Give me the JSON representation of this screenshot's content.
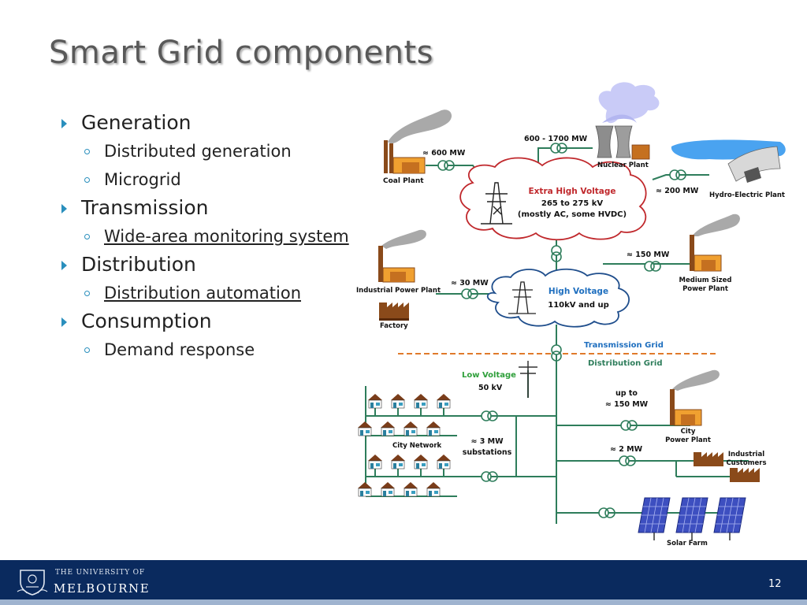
{
  "slide": {
    "title": "Smart Grid components",
    "page_number": "12"
  },
  "bullets": [
    {
      "label": "Generation",
      "subitems": [
        {
          "label": "Distributed generation"
        },
        {
          "label": "Microgrid"
        }
      ]
    },
    {
      "label": "Transmission",
      "subitems": [
        {
          "label": "Wide-area monitoring system"
        }
      ]
    },
    {
      "label": "Distribution",
      "subitems": [
        {
          "label": "Distribution automation"
        }
      ]
    },
    {
      "label": "Consumption",
      "subitems": [
        {
          "label": "Demand response"
        }
      ]
    }
  ],
  "footer": {
    "university_line1": "THE UNIVERSITY OF",
    "university_line2": "MELBOURNE"
  },
  "diagram": {
    "coal_plant": "Coal Plant",
    "coal_mw": "≈ 600  MW",
    "nuclear_mw": "600 - 1700  MW",
    "nuclear_plant": "Nuclear Plant",
    "hydro_mw": "≈ 200  MW",
    "hydro_plant": "Hydro-Electric Plant",
    "ehv_title": "Extra High Voltage",
    "ehv_range": "265 to 275 kV",
    "ehv_note": "(mostly AC, some HVDC)",
    "medium_mw": "≈ 150  MW",
    "medium_line1": "Medium Sized",
    "medium_line2": "Power Plant",
    "industrial_plant": "Industrial Power Plant",
    "industrial_mw": "≈ 30 MW",
    "factory": "Factory",
    "hv_title": "High Voltage",
    "hv_range": "110kV and up",
    "transmission_grid": "Transmission Grid",
    "distribution_grid": "Distribution Grid",
    "lv_title": "Low Voltage",
    "lv_value": "50 kV",
    "city_upto": "up to",
    "city_mw": "≈ 150  MW",
    "city_line1": "City",
    "city_line2": "Power Plant",
    "city_network": "City Network",
    "substation_mw": "≈ 3  MW",
    "substations": "substations",
    "industrial_cust_mw": "≈ 2  MW",
    "industrial_cust1": "Industrial",
    "industrial_cust2": "Customers",
    "solar_farm": "Solar Farm"
  },
  "colors": {
    "title": "#595959",
    "bullet_accent": "#2a8fbd",
    "line_green": "#2e7d5b",
    "cloud_red": "#c0282c",
    "cloud_blue": "#1f4e8c",
    "footer_bg": "#0a2a5e",
    "dashed_orange": "#e07a2b"
  }
}
